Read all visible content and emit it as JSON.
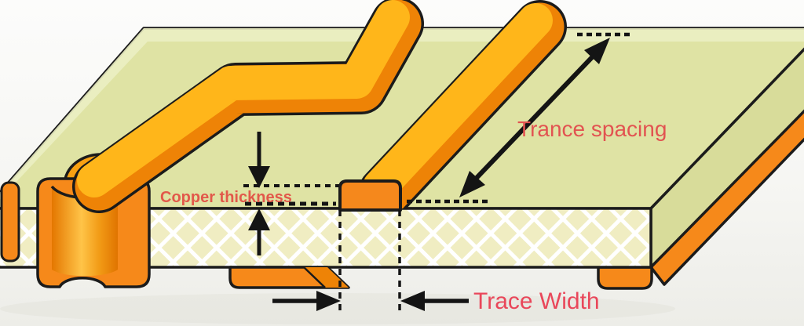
{
  "illustration": {
    "kind": "pcb-trace-dimension-diagram",
    "labels": {
      "copper_thickness": {
        "text": "Copper thickness",
        "color": "#e2584a"
      },
      "trace_spacing": {
        "text": "Trance spacing",
        "color": "#e25351"
      },
      "trace_width": {
        "text": "Trace Width",
        "color": "#e9475a"
      }
    },
    "colors": {
      "outline": "#1b1b1b",
      "annotation": "#141414",
      "board_top": "#dfe3a4",
      "board_side": "#d8dc9a",
      "board_highlight": "#ebeec3",
      "substrate": "#f0edc2",
      "lattice": "#ffffff",
      "copper_bright": "#ffb61a",
      "copper_mid": "#f6891a",
      "copper_dark": "#ee8306",
      "copper_face": "#f5881c",
      "via_dome": "#f9a112"
    }
  }
}
